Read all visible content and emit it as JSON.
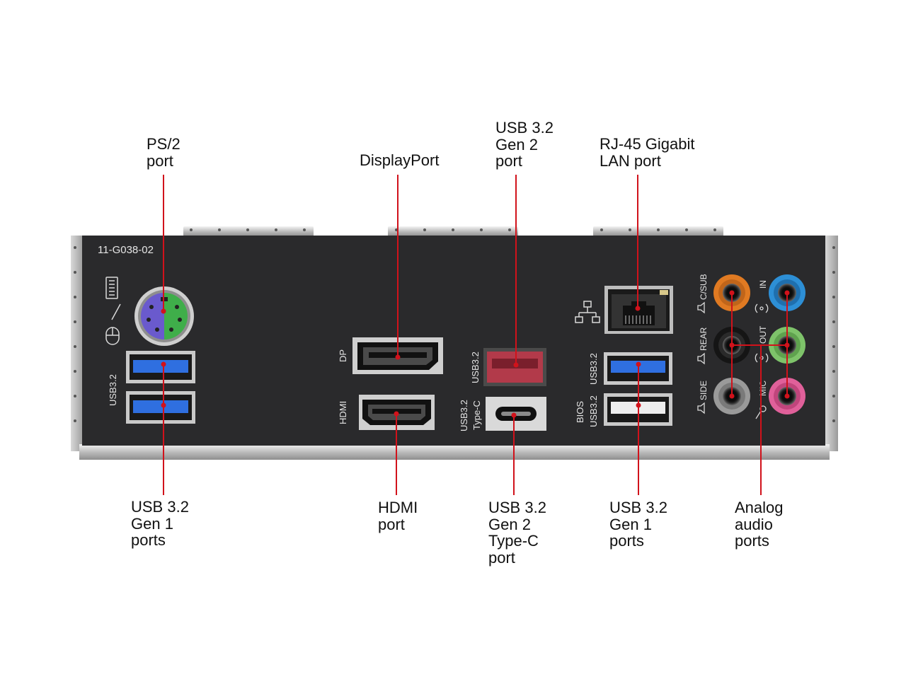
{
  "figure": {
    "panel_code": "11-G038-02",
    "colors": {
      "leader_line": "#d1121b",
      "panel": "#2a2a2c",
      "usb_gen1": "#2f6fe0",
      "usb_gen2": "#b23a4a",
      "audio_orange": "#e07a22",
      "audio_blue": "#2d8fd6",
      "audio_green": "#7ec36a",
      "audio_pink": "#e0609a",
      "ps2_purple": "#6a5acd",
      "ps2_green": "#3fae4a"
    },
    "callouts": {
      "ps2": "PS/2\nport",
      "displayport": "DisplayPort",
      "usb_gen2_top": "USB 3.2\nGen 2\nport",
      "rj45": "RJ-45 Gigabit\nLAN port",
      "usb_gen1_left": "USB 3.2\nGen 1\nports",
      "hdmi": "HDMI\nport",
      "usb_typec": "USB 3.2\nGen 2\nType-C\nport",
      "usb_gen1_right": "USB 3.2\nGen 1\nports",
      "audio": "Analog\naudio\nports"
    },
    "silkscreen": {
      "usb32_left": "USB3.2",
      "dp": "DP",
      "hdmi": "HDMI",
      "usb32_gen2": "USB3.2",
      "usb32_typec_1": "USB3.2",
      "usb32_typec_2": "Type-C",
      "usb32_right": "USB3.2",
      "bios": "BIOS",
      "usb32_bios": "USB3.2",
      "c_sub": "C/SUB",
      "rear": "REAR",
      "side": "SIDE",
      "in": "IN",
      "out": "OUT",
      "mic": "MIC"
    }
  }
}
